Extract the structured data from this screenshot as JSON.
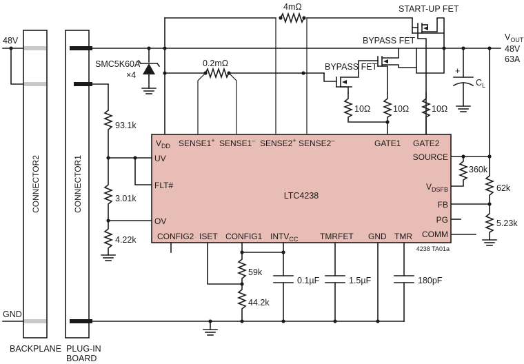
{
  "chip": {
    "name": "LTC4238",
    "fill": "#e8bdb6"
  },
  "pins": {
    "vdd": {
      "main": "V",
      "sub": "DD"
    },
    "sense1p": {
      "main": "SENSE1",
      "sup": "+"
    },
    "sense1m": {
      "main": "SENSE1",
      "sup": "–"
    },
    "sense2p": {
      "main": "SENSE2",
      "sup": "+"
    },
    "sense2m": {
      "main": "SENSE2",
      "sup": "–"
    },
    "gate1": "GATE1",
    "gate2": "GATE2",
    "uv": "UV",
    "flt": "FLT#",
    "ov": "OV",
    "source": "SOURCE",
    "vdsfb": {
      "main": "V",
      "sub": "DSFB"
    },
    "fb": "FB",
    "pg": "PG",
    "comm": "COMM",
    "config2": "CONFIG2",
    "iset": "ISET",
    "config1": "CONFIG1",
    "intvcc": {
      "main": "INTV",
      "sub": "CC"
    },
    "tmrfet": "TMRFET",
    "gnd": "GND",
    "tmr": "TMR"
  },
  "labels": {
    "supply_in": "48V",
    "gnd": "GND",
    "backplane": "BACKPLANE",
    "plugin_line1": "PLUG-IN",
    "plugin_line2": "BOARD",
    "connector2": "CONNECTOR2",
    "connector1": "CONNECTOR1",
    "tvs_part": "SMC5K60A",
    "tvs_qty": "×4",
    "sense1_res": "0.2mΩ",
    "sense2_res": "4mΩ",
    "startup_fet": "START-UP FET",
    "bypass_fet_1": "BYPASS FET",
    "bypass_fet_2": "BYPASS FET",
    "gate_res_a": "10Ω",
    "gate_res_b": "10Ω",
    "gate_res_c": "10Ω",
    "vout": {
      "main": "V",
      "sub": "OUT"
    },
    "vout_v": "48V",
    "vout_i": "63A",
    "cl": {
      "main": "C",
      "sub": "L"
    },
    "cap_plus": "+",
    "r_931k": "93.1k",
    "r_301k": "3.01k",
    "r_422k": "4.22k",
    "r_360k": "360k",
    "r_62k": "62k",
    "r_523k": "5.23k",
    "r_59k": "59k",
    "r_442k": "44.2k",
    "c_01uf": "0.1µF",
    "c_15uf": "1.5µF",
    "c_180pf": "180pF",
    "fig_id": "4238 TA01a"
  }
}
